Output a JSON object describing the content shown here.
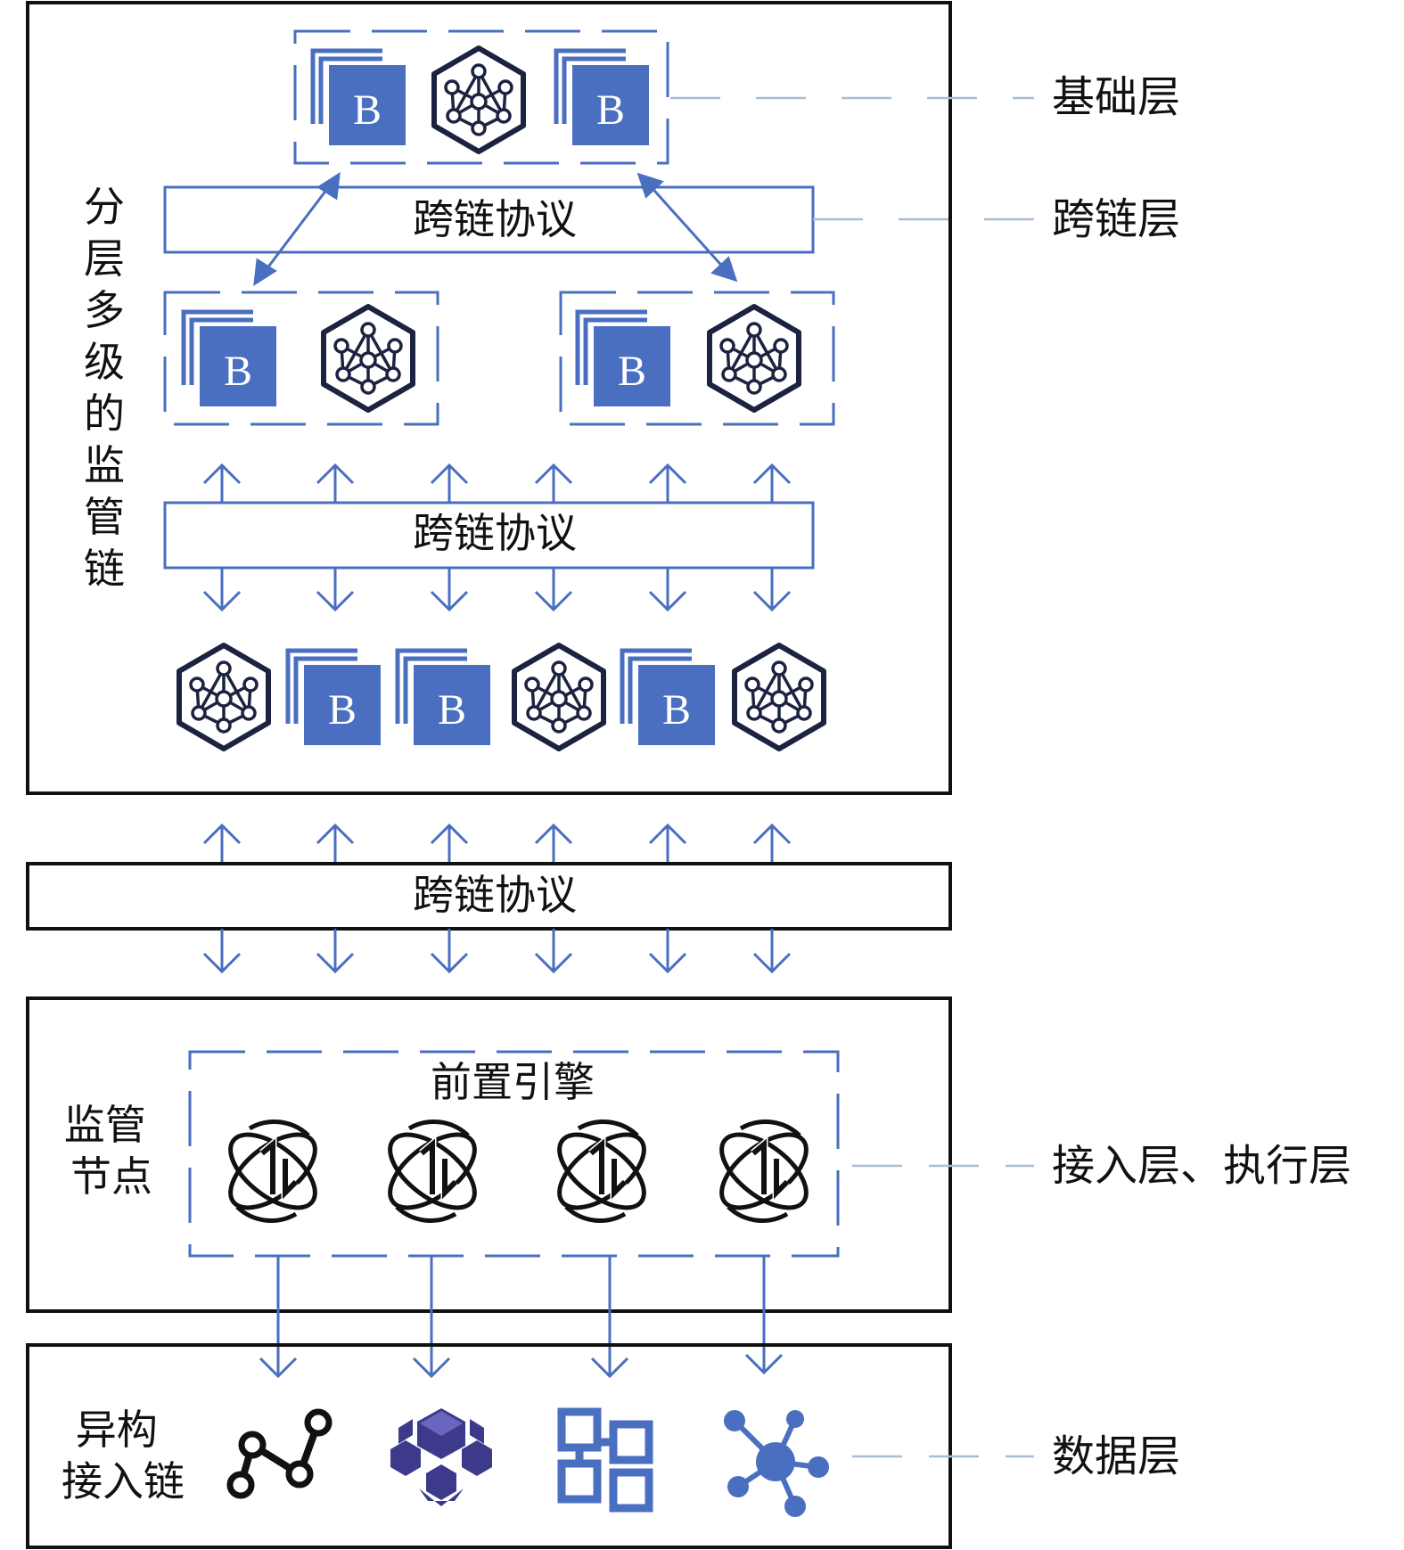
{
  "colors": {
    "accent_blue": "#4a6fc0",
    "dark_navy": "#1c2340",
    "frame_black": "#111111",
    "leader_gray": "#a9bcd6"
  },
  "labels": {
    "layered_chain": "分层多级的监管链",
    "regulation_node": [
      "监管",
      "节点"
    ],
    "heterogeneous_chain": [
      "异构",
      "接入链"
    ],
    "cross_chain_protocol": "跨链协议",
    "front_engine": "前置引擎",
    "block_letter": "B"
  },
  "layers": {
    "foundation": "基础层",
    "cross_chain": "跨链层",
    "access_execution": "接入层、执行层",
    "data": "数据层"
  },
  "icons": {
    "chain_node": "hexagon-network-icon",
    "block": "block-b-icon",
    "engine": "orbit-engine-icon",
    "access_chain_icons": [
      "node-path-icon",
      "cube-cluster-icon",
      "block-grid-icon",
      "hub-network-icon"
    ]
  }
}
